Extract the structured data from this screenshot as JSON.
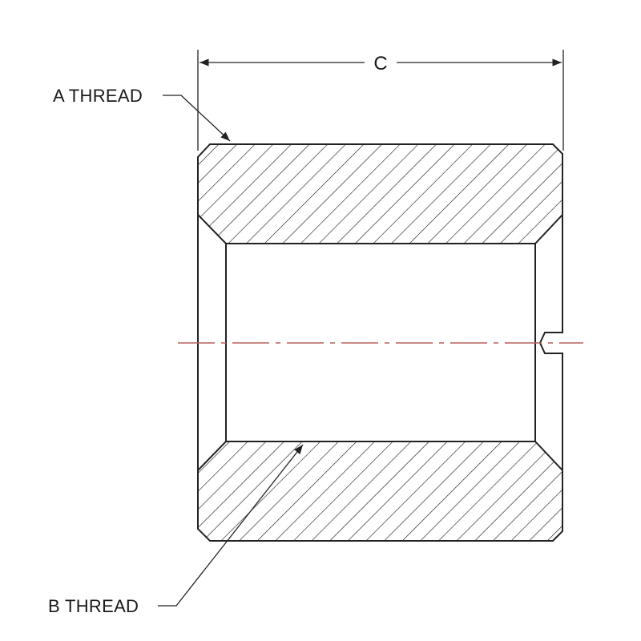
{
  "labels": {
    "dimension_c": "C",
    "a_thread": "A THREAD",
    "b_thread": "B THREAD"
  },
  "colors": {
    "line": "#222222",
    "centerline": "#b5605c",
    "background": "#ffffff"
  }
}
